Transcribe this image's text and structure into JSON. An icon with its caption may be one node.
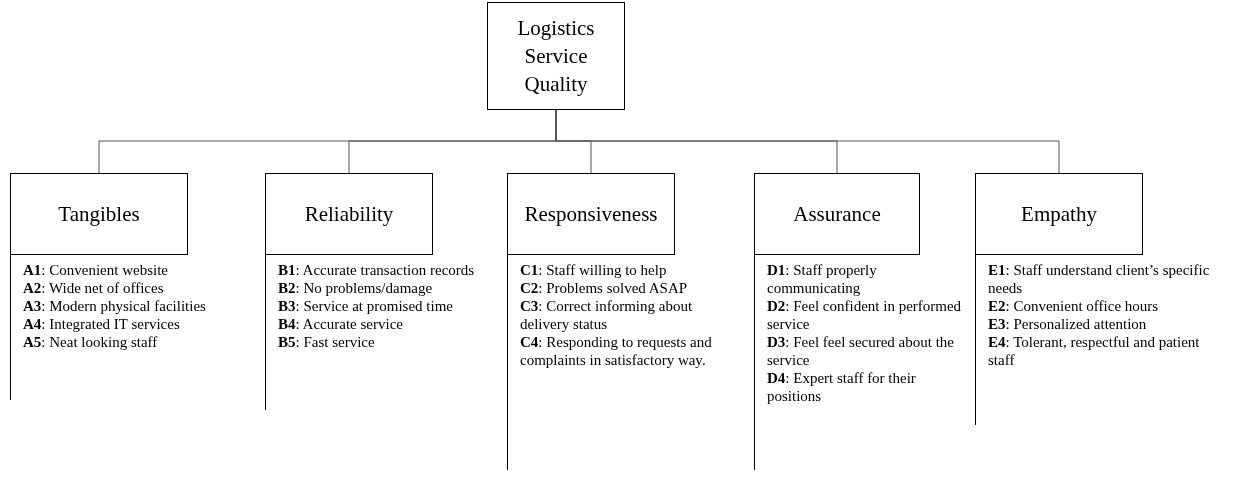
{
  "diagram": {
    "nodes": [
      {
        "text": [
          "Logistics Service Quality"
        ]
      },
      {
        "text": [
          "Tangibles"
        ],
        "beside": [
          "**A1**: Convenient website",
          "**A2**: Wide net of offices",
          "**A3**: Modern physical facilities",
          "**A4**: Integrated IT services",
          "**A5**: Neat looking staff"
        ]
      },
      {
        "text": [
          "Reliability"
        ],
        "beside": [
          "**B1**: Accurate transaction records",
          "**B2**: No problems/damage",
          "**B3**: Service at promised time",
          "**B4**: Accurate service",
          "**B5**: Fast service"
        ]
      },
      {
        "text": [
          "Responsiveness"
        ],
        "beside": [
          "**C1**: Staff willing to help",
          "**C2**: Problems solved ASAP",
          "**C3**: Correct informing about delivery status",
          "**C4**: Responding to requests and complaints in satisfactory way."
        ]
      },
      {
        "text": [
          "Assurance"
        ],
        "beside": [
          "**D1**: Staff properly communicating",
          "**D2**: Feel confident in performed service",
          "**D3**: Feel feel secured about the service",
          "**D4**: Expert staff for their positions"
        ]
      },
      {
        "text": [
          "Empathy"
        ],
        "beside": [
          "**E1**: Staff understand client’s specific needs",
          "**E2**: Convenient office hours",
          "**E3**: Personalized attention",
          "**E4**: Tolerant, respectful and patient staff"
        ]
      }
    ],
    "edges": [
      {
        "from": 0,
        "to": 1,
        "arrow": "none"
      },
      {
        "from": 0,
        "to": 2,
        "arrow": "none"
      },
      {
        "from": 0,
        "to": 3,
        "arrow": "none"
      },
      {
        "from": 0,
        "to": 4,
        "arrow": "none"
      },
      {
        "from": 0,
        "to": 5,
        "arrow": "none"
      }
    ]
  }
}
